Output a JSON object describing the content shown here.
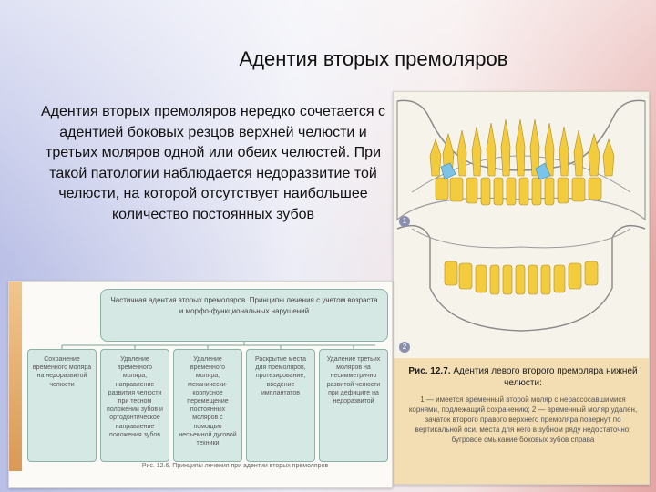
{
  "slide": {
    "title": "Адентия вторых премоляров",
    "body": "Адентия вторых премоляров нередко сочетается с адентией боковых резцов верхней челюсти и третьих моляров одной или обеих челюстей. При такой патологии наблюдается недоразвитие той челюсти, на которой отсутствует наибольшее количество постоянных зубов"
  },
  "figure_right": {
    "panel_1": "1",
    "panel_2": "2",
    "caption_title_bold": "Рис. 12.7.",
    "caption_title_text": "Адентия левого второго премоляра нижней челюсти:",
    "caption_body": "1 — имеется временный второй моляр с нерассосавшимися корнями, подлежащий сохранению; 2 — временный моляр удален, зачаток второго правого верхнего премоляра повернут по вертикальной оси, места для него в зубном ряду недостаточно; бугровое смыкание боковых зубов справа"
  },
  "figure_left": {
    "top_box": "Частичная адентия вторых премоляров. Принципы лечения с учетом возраста и морфо-функциональных нарушений",
    "boxes": [
      "Сохранение временного моляра на недоразвитой челюсти",
      "Удаление временного моляра, направление развития челюсти при тесном положении зубов и ортодонтическое направление положения зубов",
      "Удаление временного моляра, механически-корпусное перемещение постоянных моляров с помощью несъемной дуговой техники",
      "Раскрытие места для премоляров, протезирование, введение имплантатов",
      "Удаление третьих моляров на несимметрично развитой челюсти при дефиците на недоразвитой"
    ],
    "caption": "Рис. 12.6. Принципы лечения при адентии вторых премоляров"
  },
  "colors": {
    "tooth": "#f2cc3e",
    "tooth_highlight": "#7cc3e8",
    "box_fill": "#d5e8e3",
    "caption_fill": "#f3ddb3"
  }
}
